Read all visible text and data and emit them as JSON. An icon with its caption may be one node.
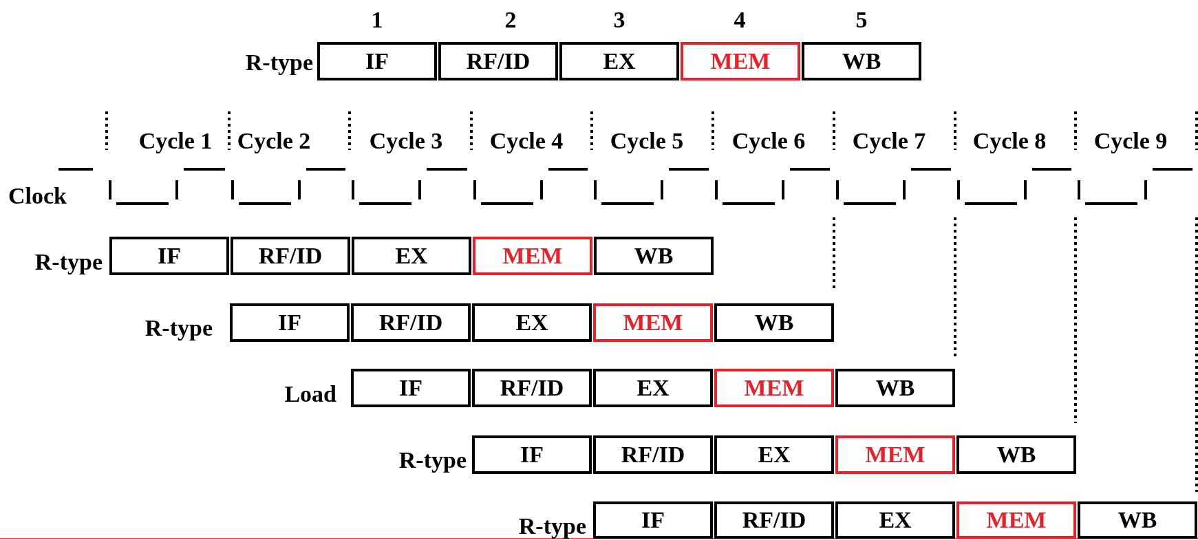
{
  "diagram": {
    "nodes": [
      {
        "text": [
          "IF"
        ]
      },
      {
        "text": [
          "RF/ID"
        ]
      },
      {
        "text": [
          "EX"
        ]
      },
      {
        "text": [
          "MEM"
        ]
      },
      {
        "text": [
          "WB"
        ]
      },
      {
        "text": [
          "IF"
        ]
      },
      {
        "text": [
          "RF/ID"
        ]
      },
      {
        "text": [
          "EX"
        ]
      },
      {
        "text": [
          "MEM"
        ]
      },
      {
        "text": [
          "WB"
        ]
      },
      {
        "text": [
          "IF"
        ]
      },
      {
        "text": [
          "RF/ID"
        ]
      },
      {
        "text": [
          "EX"
        ]
      },
      {
        "text": [
          "MEM"
        ]
      },
      {
        "text": [
          "WB"
        ]
      },
      {
        "text": [
          "IF"
        ]
      },
      {
        "text": [
          "RF/ID"
        ]
      },
      {
        "text": [
          "EX"
        ]
      },
      {
        "text": [
          "MEM"
        ]
      },
      {
        "text": [
          "WB"
        ]
      },
      {
        "text": [
          "IF"
        ]
      },
      {
        "text": [
          "RF/ID"
        ]
      },
      {
        "text": [
          "EX"
        ]
      },
      {
        "text": [
          "MEM"
        ]
      },
      {
        "text": [
          "WB"
        ]
      },
      {
        "text": [
          "IF"
        ]
      },
      {
        "text": [
          "RF/ID"
        ]
      },
      {
        "text": [
          "EX"
        ]
      },
      {
        "text": [
          "MEM"
        ]
      },
      {
        "text": [
          "WB"
        ]
      }
    ],
    "labels": [
      "1",
      "2",
      "3",
      "4",
      "5",
      "R-type",
      "Cycle 1",
      "Cycle 2",
      "Cycle 3",
      "Cycle 4",
      "Cycle 5",
      "Cycle 6",
      "Cycle 7",
      "Cycle 8",
      "Cycle 9",
      "Clock",
      "R-type",
      "R-type",
      "Load",
      "R-type",
      "R-type"
    ]
  }
}
